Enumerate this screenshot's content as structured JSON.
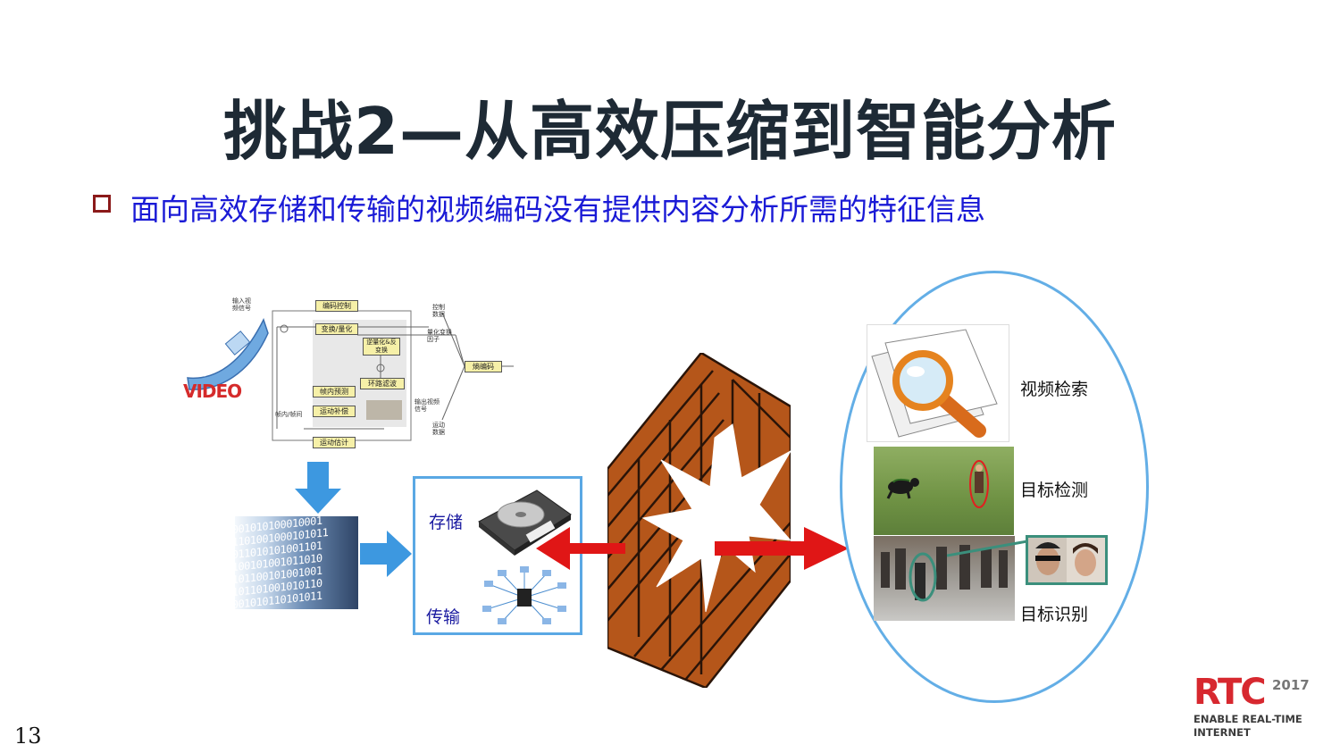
{
  "slide": {
    "title": "挑战2—从高效压缩到智能分析",
    "bullet": "面向高效存储和传输的视频编码没有提供内容分析所需的特征信息",
    "page_number": "13"
  },
  "encoder_diagram": {
    "video_logo": "VIDEO",
    "input_label": "输入视频信号",
    "blocks": {
      "coding_control": "编码控制",
      "transform_quant": "变换/量化",
      "inverse": "逆量化&反变换",
      "loop_filter": "环路滤波",
      "intra_pred": "帧内预测",
      "motion_comp": "运动补偿",
      "motion_est": "运动估计",
      "entropy": "熵编码"
    },
    "side_labels": {
      "control_data": "控制数据",
      "quant_coef": "量化变换因子",
      "output_video": "输出视频信号",
      "motion_data": "运动数据",
      "intra_inter": "帧内/帧间"
    }
  },
  "bitstream": [
    "1001010100010001",
    "01101001000101011",
    "1011010101001101",
    "0100101001011010",
    "1101100101001001",
    "0101101001010110",
    "1001010110101011"
  ],
  "storage_box": {
    "store_label": "存储",
    "transmit_label": "传输"
  },
  "analysis": {
    "items": [
      {
        "label": "视频检索"
      },
      {
        "label": "目标检测"
      },
      {
        "label": "目标识别"
      }
    ]
  },
  "logo": {
    "brand": "RTC",
    "year": "2017",
    "line1": "ENABLE REAL-TIME",
    "line2": "INTERNET"
  },
  "colors": {
    "title": "#1e2a35",
    "bullet_text": "#1a1ad6",
    "bullet_box": "#8b1a1a",
    "blue_arrow": "#3d98e0",
    "red_arrow": "#e01616",
    "brick": "#b5561a",
    "ellipse": "#63aee6",
    "logo_red": "#d7282f"
  }
}
